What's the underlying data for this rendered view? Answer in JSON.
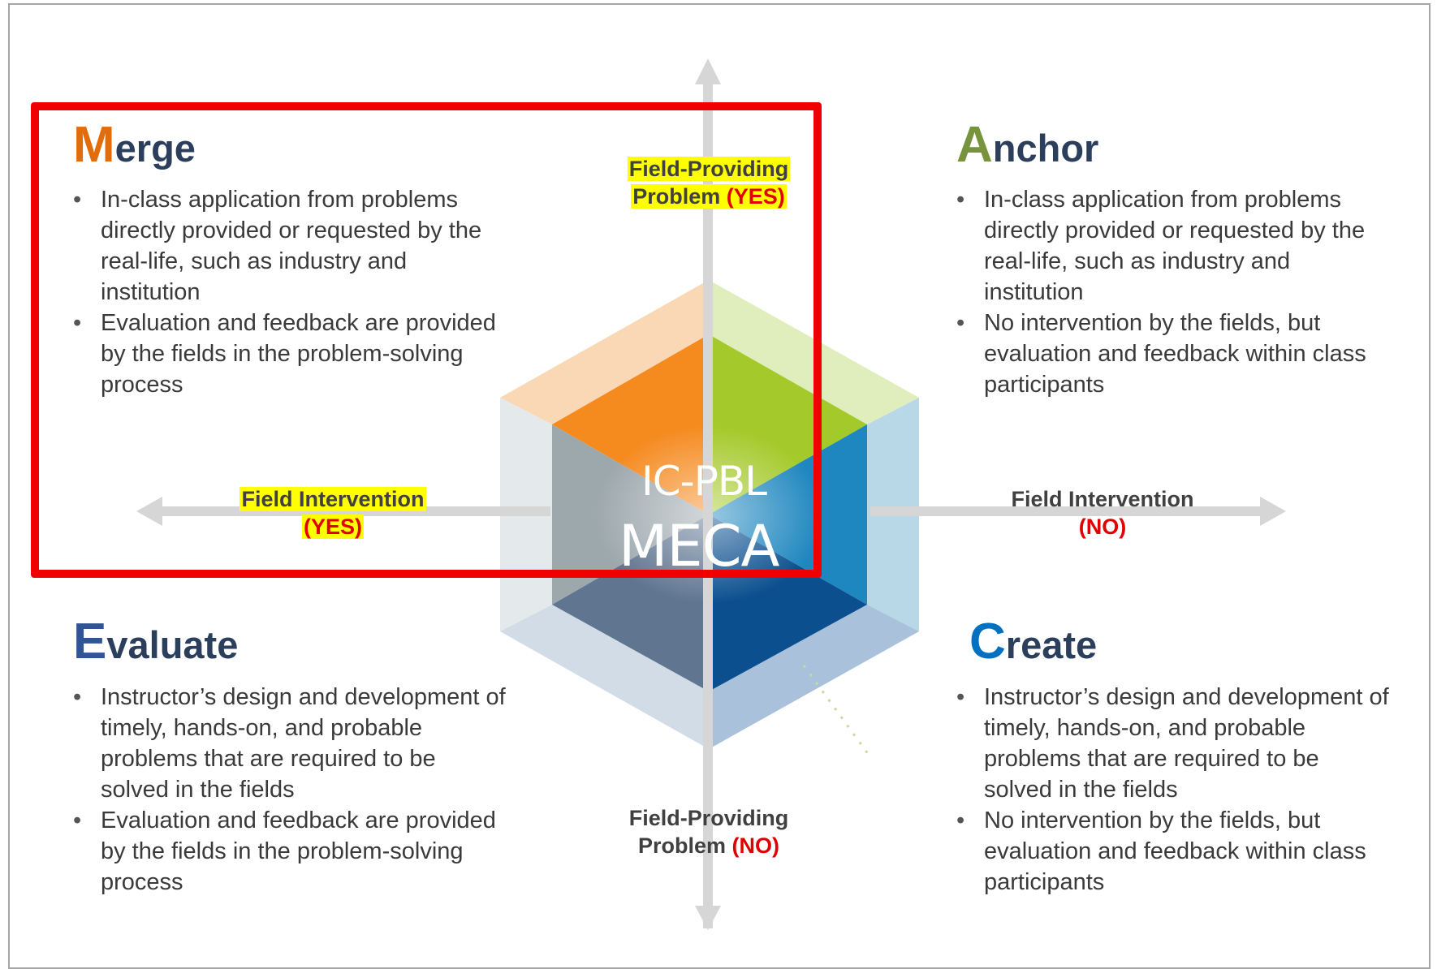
{
  "quadrants": {
    "merge": {
      "cap": "M",
      "rest": "erge",
      "bullets": [
        "In-class application from problems directly provided or requested by the real-life, such as industry and institution",
        "Evaluation and feedback are provided by the fields in the problem-solving process"
      ]
    },
    "anchor": {
      "cap": "A",
      "rest": "nchor",
      "bullets": [
        "In-class application from problems directly provided or requested by the real-life, such as industry and institution",
        "No intervention by the fields, but evaluation and feedback within class participants"
      ]
    },
    "evaluate": {
      "cap": "E",
      "rest": "valuate",
      "bullets": [
        "Instructor’s design and development of timely, hands-on, and probable problems that are required to be solved in the fields",
        "Evaluation and feedback are provided by the fields in the problem-solving process"
      ]
    },
    "create": {
      "cap": "C",
      "rest": "reate",
      "bullets": [
        "Instructor’s design and development of timely, hands-on, and probable problems that are required to be solved in the fields",
        "No intervention by the fields, but evaluation and feedback within class participants"
      ]
    }
  },
  "axes": {
    "top": {
      "line1": "Field-Providing",
      "line2": "Problem",
      "value": "(YES)"
    },
    "bottom": {
      "line1": "Field-Providing",
      "line2": "Problem",
      "value": "(NO)"
    },
    "left": {
      "line1": "Field Intervention",
      "value": "(YES)"
    },
    "right": {
      "line1": "Field Intervention",
      "value": "(NO)"
    }
  },
  "center": {
    "line1": "IC-PBL",
    "line2": "MECA"
  },
  "colors": {
    "merge": "#e36c0a",
    "anchor": "#77933c",
    "evaluate": "#2f5597",
    "create": "#0070c0",
    "highlight": "#ff0000",
    "yes_no": "#e00000",
    "label_highlight": "#ffff00"
  }
}
